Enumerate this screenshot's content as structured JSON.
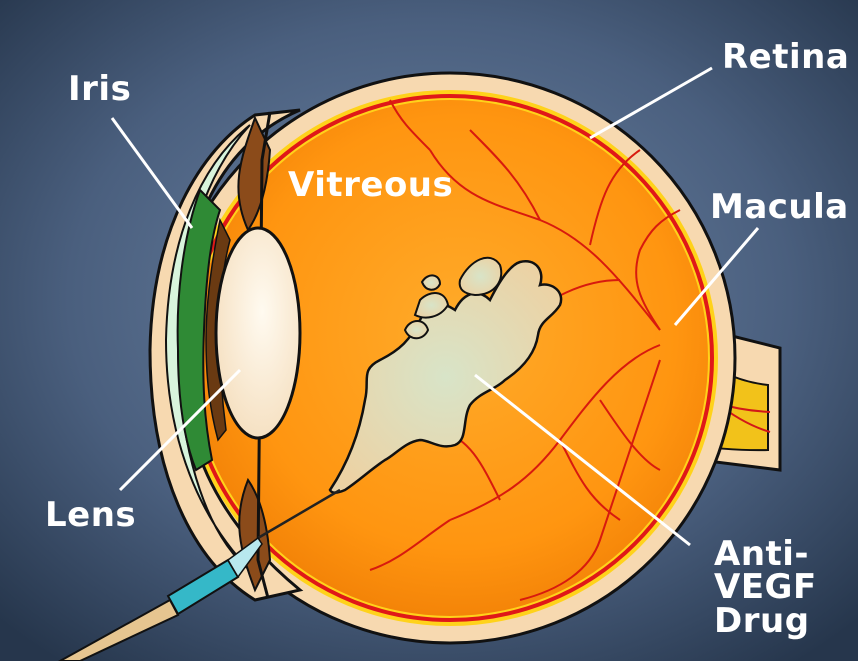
{
  "labels": {
    "iris": "Iris",
    "retina": "Retina",
    "vitreous": "Vitreous",
    "macula": "Macula",
    "lens": "Lens",
    "drug_line1": "Anti-",
    "drug_line2": "VEGF",
    "drug_line3": "Drug"
  },
  "colors": {
    "background_center": "#6e86a6",
    "background_edge": "#26364c",
    "vitreous": "#ff9a10",
    "sclera": "#f7d9b0",
    "retina_red": "#e01818",
    "retina_yellow": "#ffd21a",
    "iris": "#2f8a35",
    "cornea": "#d8f4dc",
    "lens": "#fbf0dc",
    "drug": "#ecd6aa",
    "needle_hub": "#35b8c8",
    "optic_nerve": "#f2c21a"
  }
}
